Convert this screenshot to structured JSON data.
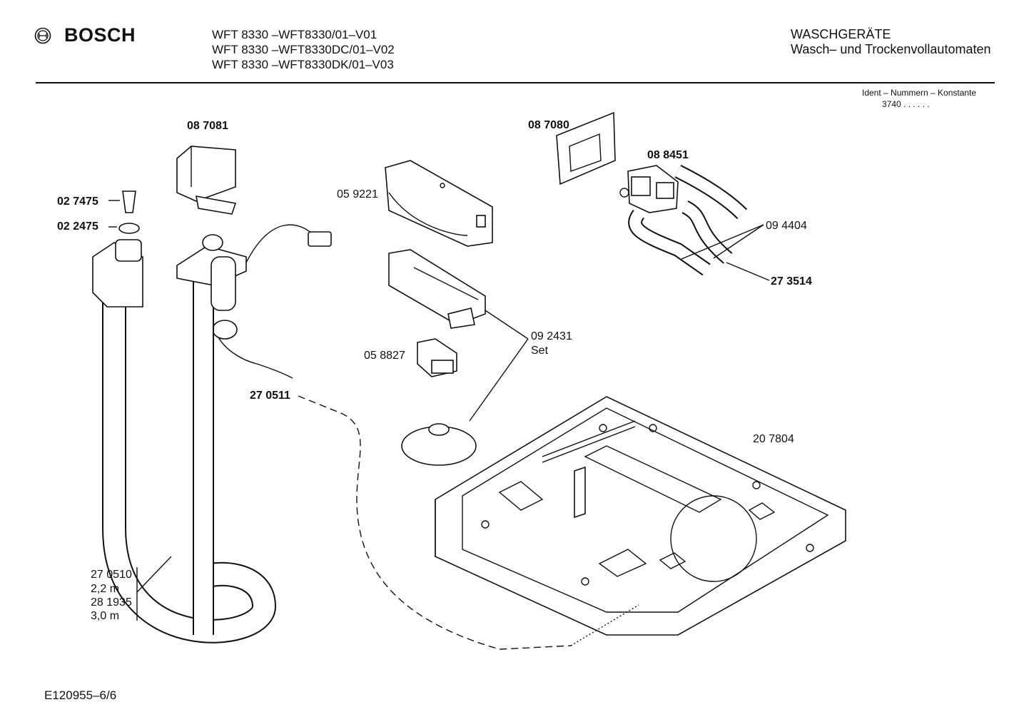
{
  "header": {
    "brand": "BOSCH",
    "models": [
      "WFT 8330 –WFT8330/01–V01",
      "WFT 8330 –WFT8330DC/01–V02",
      "WFT 8330 –WFT8330DK/01–V03"
    ],
    "category_title": "WASCHGERÄTE",
    "category_subtitle": "Wasch– und Trockenvollautomaten",
    "ident_label": "Ident – Nummern – Konstante",
    "ident_value": "3740  .  .  .  .  .  ."
  },
  "parts": {
    "p_087081": "08 7081",
    "p_027475": "02 7475",
    "p_022475": "02 2475",
    "p_059221": "05 9221",
    "p_087080": "08 7080",
    "p_088451": "08 8451",
    "p_094404": "09 4404",
    "p_273514": "27 3514",
    "p_092431": "09 2431",
    "p_092431_note": "Set",
    "p_058827": "05 8827",
    "p_270511": "27 0511",
    "p_207804": "20 7804",
    "p_270510": "27 0510",
    "p_270510_len": "2,2 m",
    "p_281935": "28 1935",
    "p_281935_len": "3,0 m"
  },
  "footer": {
    "doc_code": "E120955–6/6"
  }
}
